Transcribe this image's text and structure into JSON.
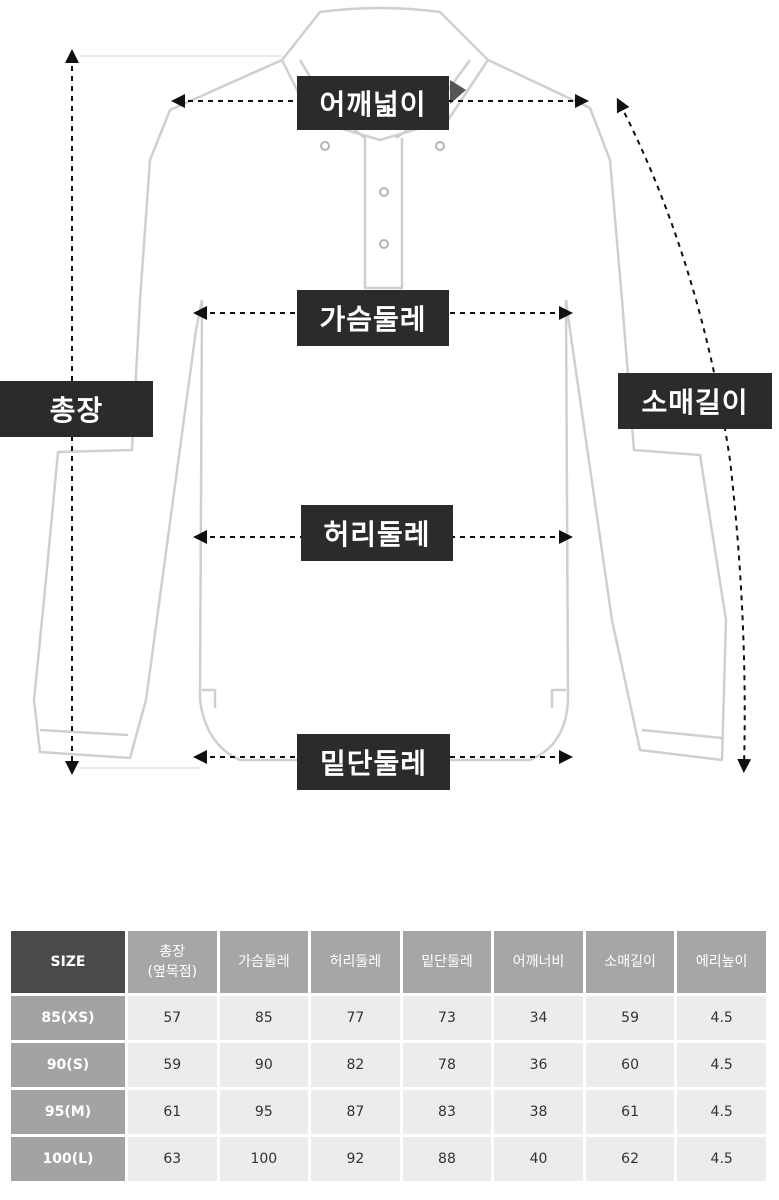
{
  "diagram": {
    "labels": {
      "shoulder": "어깨넓이",
      "chest": "가슴둘레",
      "total_length": "총장",
      "sleeve": "소매길이",
      "waist": "허리둘레",
      "hem": "밑단둘레"
    }
  },
  "table": {
    "corner": "SIZE",
    "headers": [
      {
        "line1": "총장",
        "line2": "(옆목점)"
      },
      {
        "line1": "가슴둘레",
        "line2": ""
      },
      {
        "line1": "허리둘레",
        "line2": ""
      },
      {
        "line1": "밑단둘레",
        "line2": ""
      },
      {
        "line1": "어깨너비",
        "line2": ""
      },
      {
        "line1": "소매길이",
        "line2": ""
      },
      {
        "line1": "에리높이",
        "line2": ""
      }
    ],
    "rows": [
      {
        "size": "85(XS)",
        "values": [
          "57",
          "85",
          "77",
          "73",
          "34",
          "59",
          "4.5"
        ]
      },
      {
        "size": "90(S)",
        "values": [
          "59",
          "90",
          "82",
          "78",
          "36",
          "60",
          "4.5"
        ]
      },
      {
        "size": "95(M)",
        "values": [
          "61",
          "95",
          "87",
          "83",
          "38",
          "61",
          "4.5"
        ]
      },
      {
        "size": "100(L)",
        "values": [
          "63",
          "100",
          "92",
          "88",
          "40",
          "62",
          "4.5"
        ]
      }
    ]
  }
}
